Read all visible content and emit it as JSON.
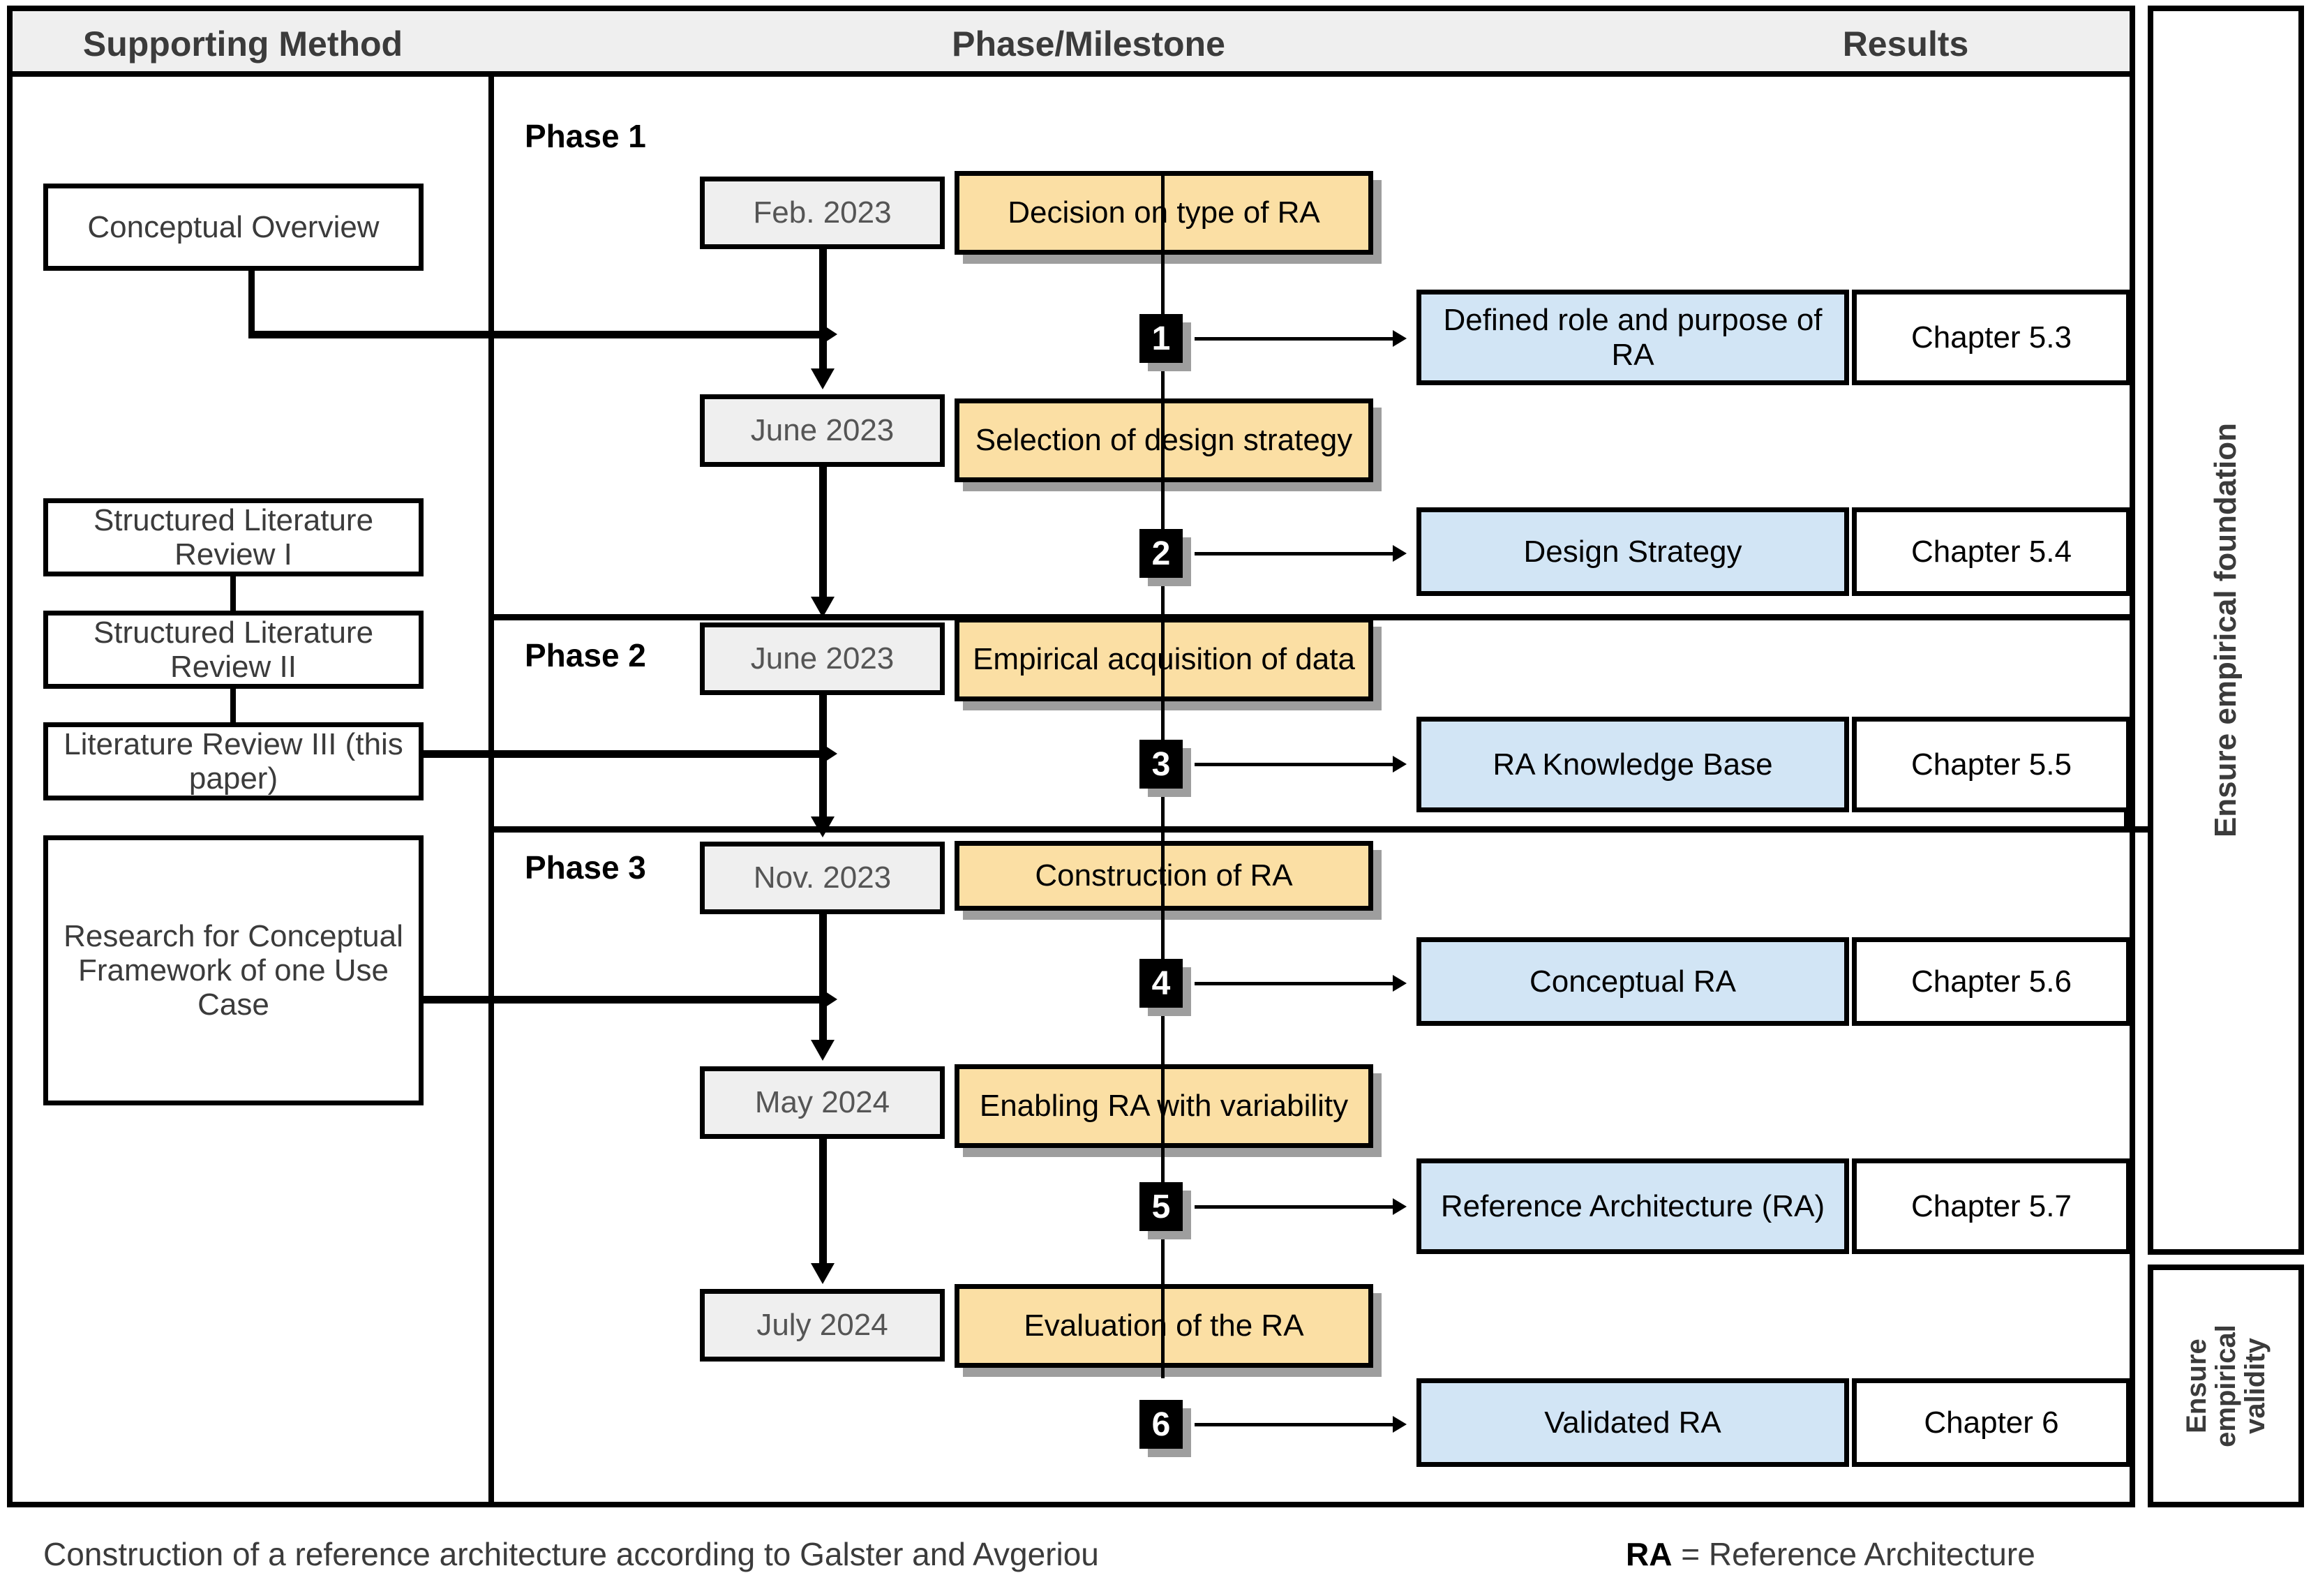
{
  "header": {
    "col1": "Supporting Method",
    "col2": "Phase/Milestone",
    "col3": "Results"
  },
  "side_labels": {
    "top": "Ensure empirical foundation",
    "bottom": "Ensure empirical validity"
  },
  "supporting_methods": [
    {
      "label": "Conceptual Overview"
    },
    {
      "label": "Structured Literature Review I"
    },
    {
      "label": "Structured Literature Review II"
    },
    {
      "label": "Literature Review III (this paper)"
    },
    {
      "label": "Research for Conceptual Framework of one Use Case"
    }
  ],
  "phases": [
    {
      "label": "Phase 1"
    },
    {
      "label": "Phase 2"
    },
    {
      "label": "Phase 3"
    }
  ],
  "milestones": [
    {
      "date": "Feb. 2023",
      "title": "Decision on type of RA"
    },
    {
      "date": "June 2023",
      "title": "Selection of design strategy"
    },
    {
      "date": "June 2023",
      "title": "Empirical acquisition of data"
    },
    {
      "date": "Nov. 2023",
      "title": "Construction of RA"
    },
    {
      "date": "May 2024",
      "title": "Enabling RA with variability"
    },
    {
      "date": "July 2024",
      "title": "Evaluation of the RA"
    }
  ],
  "results": [
    {
      "number": "1",
      "result": "Defined role and purpose of RA",
      "chapter": "Chapter 5.3"
    },
    {
      "number": "2",
      "result": "Design Strategy",
      "chapter": "Chapter 5.4"
    },
    {
      "number": "3",
      "result": "RA Knowledge Base",
      "chapter": "Chapter 5.5"
    },
    {
      "number": "4",
      "result": "Conceptual RA",
      "chapter": "Chapter 5.6"
    },
    {
      "number": "5",
      "result": "Reference Architecture (RA)",
      "chapter": "Chapter 5.7"
    },
    {
      "number": "6",
      "result": "Validated RA",
      "chapter": "Chapter 6"
    }
  ],
  "footer": {
    "caption": "Construction of a reference architecture according to Galster and Avgeriou",
    "legend_key": "RA",
    "legend_value": " = Reference Architecture"
  },
  "colors": {
    "milestone_fill": "#fbdfa4",
    "result_fill": "#d2e5f5",
    "date_fill": "#efefef",
    "header_fill": "#efefef",
    "line": "#000000",
    "shadow": "#9e9e9e"
  }
}
